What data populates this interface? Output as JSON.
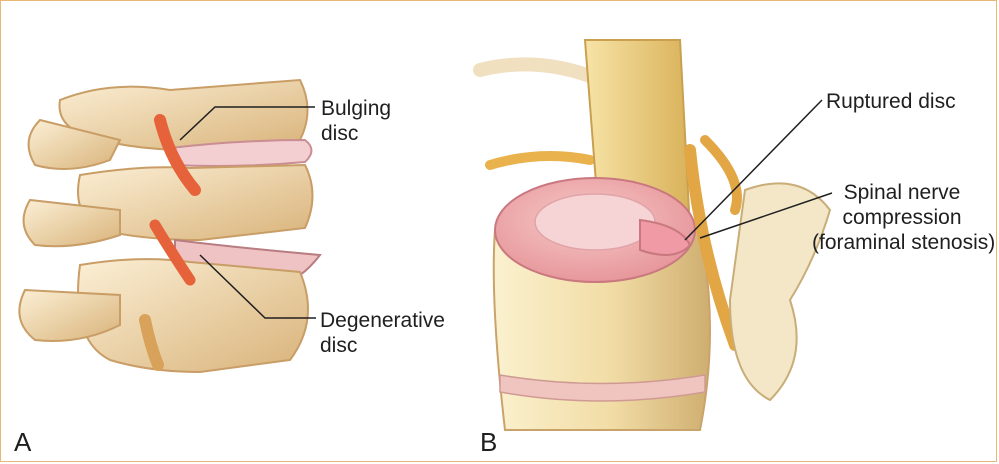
{
  "colors": {
    "border": "#e9b877",
    "bone": "#f2dcae",
    "bone_shadow": "#d9b57f",
    "disc": "#f0c0c8",
    "disc_edge": "#d4898f",
    "nerve": "#e9b24d",
    "inflamed": "#e5623a"
  },
  "panel_a": {
    "letter": "A",
    "label_bulging": "Bulging\ndisc",
    "label_degenerative": "Degenerative\ndisc"
  },
  "panel_b": {
    "letter": "B",
    "label_ruptured": "Ruptured disc",
    "label_compression": "Spinal nerve\ncompression\n(foraminal stenosis)"
  }
}
